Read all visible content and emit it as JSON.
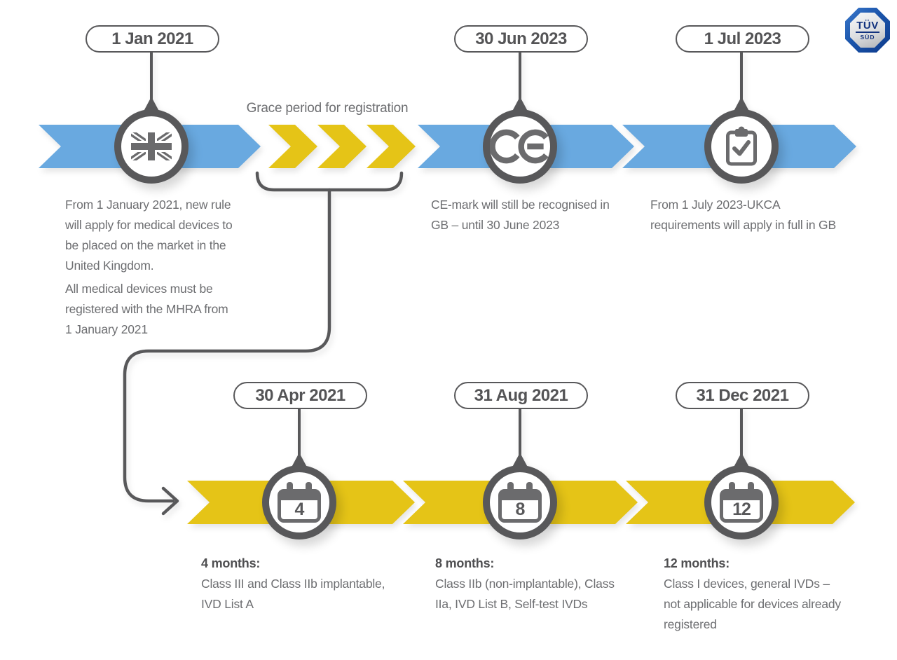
{
  "logo": {
    "top": "TÜV",
    "bottom": "SÜD"
  },
  "colors": {
    "timeline_blue": "#69a9e0",
    "timeline_yellow": "#e5c417",
    "outline_dark_gray": "#58585a",
    "icon_gray": "#6b6b6d",
    "body_text_gray": "#6d6e71"
  },
  "top_timeline": {
    "grace_label": "Grace period for registration",
    "milestones": [
      {
        "date": "1 Jan 2021",
        "icon": "uk-flag",
        "desc_para1": [
          "From 1 January 2021, new rule",
          "will apply for medical devices to",
          "be placed on the market in the",
          "United Kingdom."
        ],
        "desc_para2": [
          "All medical devices must be",
          "registered with the MHRA from",
          "1 January 2021"
        ]
      },
      {
        "date": "30 Jun 2023",
        "icon": "ce-mark",
        "desc": [
          "CE-mark will still be recognised in",
          "GB – until 30 June 2023"
        ]
      },
      {
        "date": "1 Jul 2023",
        "icon": "clipboard-check",
        "desc": [
          "From 1 July 2023-UKCA",
          "requirements will apply in full in GB"
        ]
      }
    ]
  },
  "bottom_timeline": {
    "milestones": [
      {
        "date": "30 Apr 2021",
        "icon": "calendar",
        "calendar_number": "4",
        "heading": "4 months:",
        "desc": [
          "Class III and Class IIb implantable,",
          "IVD List A"
        ]
      },
      {
        "date": "31 Aug 2021",
        "icon": "calendar",
        "calendar_number": "8",
        "heading": "8 months:",
        "desc": [
          "Class IIb (non-implantable), Class",
          "IIa, IVD List B, Self-test IVDs"
        ]
      },
      {
        "date": "31 Dec 2021",
        "icon": "calendar",
        "calendar_number": "12",
        "heading": "12 months:",
        "desc": [
          "Class I devices, general IVDs –",
          "not applicable for devices already",
          "registered"
        ]
      }
    ]
  }
}
